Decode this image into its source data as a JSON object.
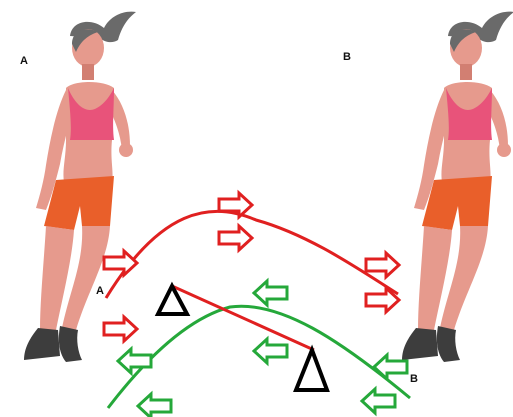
{
  "labels": {
    "runner_a": "A",
    "runner_b": "B",
    "red_curve_start": "A",
    "green_curve_end": "B"
  },
  "colors": {
    "red": "#e02020",
    "green": "#25a83a",
    "skin": "#e69a8d",
    "skin_shadow": "#d27f72",
    "top": "#e8537a",
    "shorts": "#e95f2a",
    "hair": "#6a6a6a",
    "shoe": "#3d3d3d",
    "triangle": "#000000"
  },
  "icons": {
    "red_arrows": "arrow-right-outline-icon",
    "green_arrows": "arrow-left-outline-icon",
    "triangles": "triangle-outline-icon",
    "runners": "runner-figure-icon"
  }
}
